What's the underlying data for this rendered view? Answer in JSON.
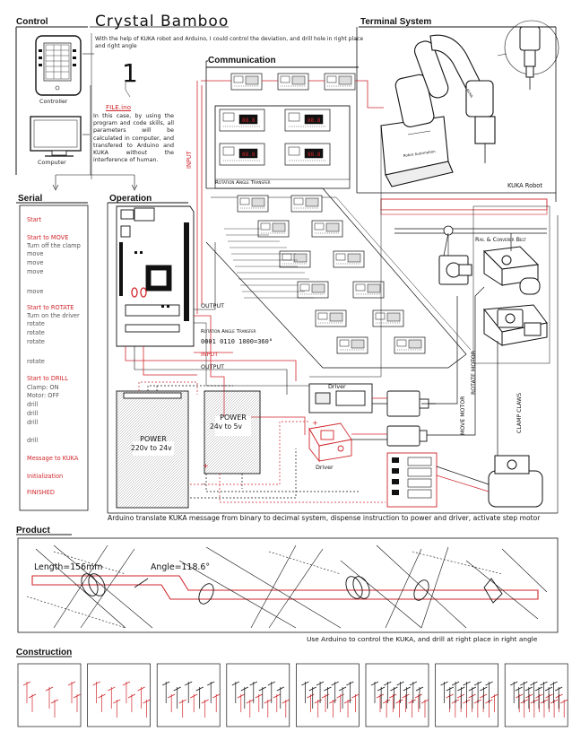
{
  "header": {
    "control": "Control",
    "title": "Crystal Bamboo",
    "intro": "With the help of KUKA robot and Arduino, I could control the deviation, and drill hole in right place and right angle",
    "number": "1",
    "terminal_system": "Terminal System"
  },
  "control": {
    "controller_label": "Controller",
    "computer_label": "Computer",
    "file_label": "FILE.ino",
    "description": "In this case, by using the program and code skills, all parameters will be calculated in computer, and transfered to Arduino and KUKA without the interference of human."
  },
  "communication": {
    "title": "Communication",
    "input": "INPUT",
    "rotation_angle_transfer": "Rotation Angle Transfer"
  },
  "terminal": {
    "kuka_robot": "KUKA Robot",
    "rail": "Rail & Converer Belt"
  },
  "serial": {
    "title": "Serial",
    "items": [
      {
        "text": "Start",
        "style": "red"
      },
      {
        "text": "Start to MOVE",
        "style": "red"
      },
      {
        "text": "Turn off the clamp",
        "style": "gray"
      },
      {
        "text": "move",
        "style": "gray"
      },
      {
        "text": "move",
        "style": "gray"
      },
      {
        "text": "move",
        "style": "gray"
      },
      {
        "text": "move",
        "style": "gray"
      },
      {
        "text": "Start to ROTATE",
        "style": "red"
      },
      {
        "text": "Turn on the driver",
        "style": "gray"
      },
      {
        "text": "rotate",
        "style": "gray"
      },
      {
        "text": "rotate",
        "style": "gray"
      },
      {
        "text": "rotate",
        "style": "gray"
      },
      {
        "text": "rotate",
        "style": "gray"
      },
      {
        "text": "Start to DRILL",
        "style": "red"
      },
      {
        "text": "Clamp: ON",
        "style": "gray"
      },
      {
        "text": "Motor: OFF",
        "style": "gray"
      },
      {
        "text": "drill",
        "style": "gray"
      },
      {
        "text": "drill",
        "style": "gray"
      },
      {
        "text": "drill",
        "style": "gray"
      },
      {
        "text": "drill",
        "style": "gray"
      },
      {
        "text": "Message to KUKA",
        "style": "red"
      },
      {
        "text": "Initialization",
        "style": "red"
      },
      {
        "text": "FINISHED",
        "style": "red"
      }
    ]
  },
  "operation": {
    "title": "Operation",
    "output1": "OUTPUT",
    "rotation_angle_transfer": "Rotation Angle Transfer",
    "binary": "0001 0110 1000=360°",
    "input": "INPUT",
    "output2": "OUTPUT",
    "driver1": "Driver",
    "driver2": "Driver",
    "power1": "POWER",
    "power1_sub": "220v to 24v",
    "power2": "POWER",
    "power2_sub": "24v to 5v",
    "move_motor": "MOVE MOTOR",
    "rotate_motor": "ROTATE MOTOR",
    "clamp_claws": "CLAMP CLAWS",
    "plus": "+",
    "minus": "-",
    "caption": "Arduino translate KUKA message from binary to decimal system, dispense instruction to power and driver, activate step motor"
  },
  "product": {
    "title": "Product",
    "length": "Length=156mm",
    "angle": "Angle=118.6°",
    "caption": "Use Arduino to control the KUKA, and drill at right place in right angle"
  },
  "construction": {
    "title": "Construction",
    "panels": [
      "step-1",
      "step-2",
      "step-3",
      "step-4",
      "step-5",
      "step-6",
      "step-7",
      "step-8"
    ]
  },
  "colors": {
    "accent": "#d0252b",
    "line": "#111111"
  }
}
